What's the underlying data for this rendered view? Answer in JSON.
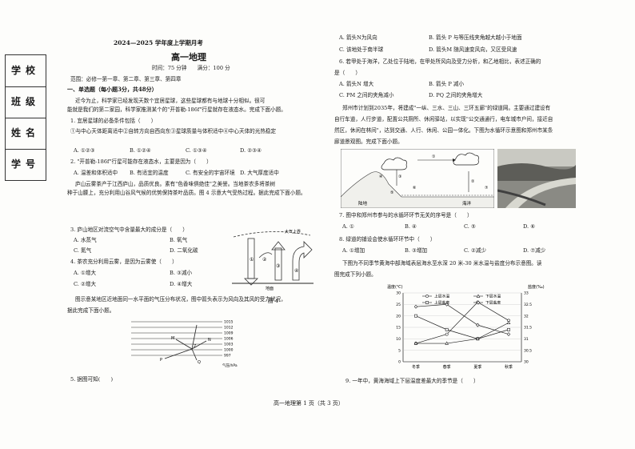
{
  "side_table": {
    "school": "学校",
    "class": "班级",
    "name": "姓名",
    "student_id": "学号"
  },
  "header": {
    "exam_title": "2024—2025 学年度上学期月考",
    "subject": "高一地理",
    "time_score": "时间：75 分钟　　满分：100 分",
    "scope": "范围：必修一第一章、第二章、第三章、第四章",
    "section": "一、单选题（每小题3分，共48分）"
  },
  "left": {
    "intro1": "近今为止，科学家已经发现天数个宜居星球，这些星球都有与地球十分相似。很可",
    "intro2": "能就是我们的第二家园，科学家推测某个的\"开普勒-186f\"行星就存在液态水。完成下面小题。",
    "q1": "1. 宜居星球的必备条件包括（　　）",
    "q1_items": "①与中心天体距离适中②自转方向自西向东③星球质量与体积适中④中心天体的光热稳定",
    "q1_opts": [
      "A. ①②③",
      "B. ①②④",
      "C. ①③④",
      "D. ②③④"
    ],
    "q2": "2. \"开普勒-186f\"行星可能存在液态水，主要是因为（　　）",
    "q2_opts": [
      "A. 温差和体积适中",
      "B. 有适宜的温度",
      "C. 有安全的宇宙环境",
      "D. 大气厚度适中"
    ],
    "para2a": "庐山云雾茶产于江西庐山，品质优良。素有\"色香味俱绝佳\"之美誉。当地茶农多将茶树",
    "para2b": "种于山腰上，充分利用山谷风气候的优势保持茶叶品质。图 4 示意大气受热过程。据此完成下面小题。",
    "q3": "3. 庐山地区对流空气中含量最大的成分是（　　）",
    "q3_opts": [
      "A. 水蒸气",
      "B. 氧气",
      "C. 氮气",
      "D. 二氧化碳"
    ],
    "q4": "4. 茶农充分利用云雾，是因为云雾使（　　）",
    "q4_opts": [
      "A. ①增大",
      "B. ③减小",
      "C. ②增大",
      "D. ④增大"
    ],
    "para3a": "图示意某地区近地面同一水平面的气压分布状况，图中箭头表示为风向及其风的受力状况，",
    "para3b": "据此完成下面小题。",
    "q5": "5. 据图可知(　　)",
    "fig4_label": "图 4",
    "fig4_ground": "地面",
    "fig4_top": "大气上界",
    "isobar_labels": [
      "1015",
      "1012",
      "1009",
      "1006",
      "1003",
      "1000",
      "997"
    ],
    "isobar_unit": "气压/hPa",
    "vec_labels": [
      "M",
      "N",
      "Z",
      "P",
      "Q"
    ]
  },
  "right": {
    "q5_opts": [
      "A. 箭头N为风向",
      "B. 箭头 P 与等压线夹角越大越小于地面",
      "C. 该地处于南半球",
      "D. 箭头M 随风速变风向，又区受风速"
    ],
    "q6a": "6. 若甲处于海洋，乙处位于陆地，在甲处所风向及受力分析，和乙地相比，表述正确的",
    "q6b": "是（　　）",
    "q6_opts": [
      "A. 箭头N 增大",
      "B. 箭头 P 减小",
      "C. PM 之间的夹角减小",
      "D. PQ 之间的夹角增大"
    ],
    "para4a": "郑州市计划到2035年，将建成\"一纵、三水、三山、三环五廊\"的绿道网。主要通过建设有",
    "para4b": "自行车道，人行步道，配置公共厕所、休闲驿站，以实现\"公交通通行，电车城市户间，接近自",
    "para4c": "然区，休闲在林间\"，达到交通、人行、休闲、公园一体化。下图为水循环示意图和郑州市某条",
    "para4d": "廊道景观图。完成下面小题。",
    "fig_labels": {
      "land": "陆地",
      "sea": "海洋"
    },
    "q7": "7. 图中和郑州市参与的水循环环节无关的序号是（　　）",
    "q7_opts": [
      "A. ①",
      "B. ④",
      "C. ⑤",
      "D. ⑥"
    ],
    "q8": "8. 绿道的铺设会使水循环环节中（　　）",
    "q8_opts": [
      "A. ①增加",
      "B. ③增加",
      "C. ②减少",
      "D. ⑦减少"
    ],
    "para5a": "下图为不同季节黄海中部海域表层海水至水深 20 米-30 米水温与盐度分布示意图。读",
    "para5b": "图完成下列小题。",
    "q9": "9. 一年中，黄海海域上下层温度差最大的季节是（　　）"
  },
  "chart_data": {
    "type": "line",
    "categories": [
      "冬季",
      "春季",
      "夏季",
      "秋季"
    ],
    "ylabel_left": "温度(℃)",
    "ylabel_right": "盐度(‰)",
    "ylim_left": [
      0,
      30
    ],
    "ylim_right": [
      30,
      33
    ],
    "yticks_left": [
      "0",
      "5",
      "10",
      "15",
      "20",
      "25",
      "30"
    ],
    "yticks_right": [
      "30",
      "30.5",
      "31",
      "31.5",
      "32",
      "32.5",
      "33"
    ],
    "series": [
      {
        "name": "上层水温",
        "axis": "left",
        "values": [
          8,
          12,
          26,
          18
        ],
        "color": "#222222",
        "marker": "circle"
      },
      {
        "name": "上层盐度",
        "axis": "right",
        "values": [
          32.0,
          31.4,
          31.0,
          31.4
        ],
        "color": "#222222",
        "marker": "square"
      },
      {
        "name": "下层水温",
        "axis": "left",
        "values": [
          8,
          8,
          10,
          17
        ],
        "color": "#222222",
        "marker": "triangle"
      },
      {
        "name": "下层盐度",
        "axis": "right",
        "values": [
          32.4,
          32.5,
          31.6,
          31.2
        ],
        "color": "#222222",
        "marker": "diamond"
      }
    ]
  },
  "footer": "高一地理第 1 页（共 3 页）"
}
